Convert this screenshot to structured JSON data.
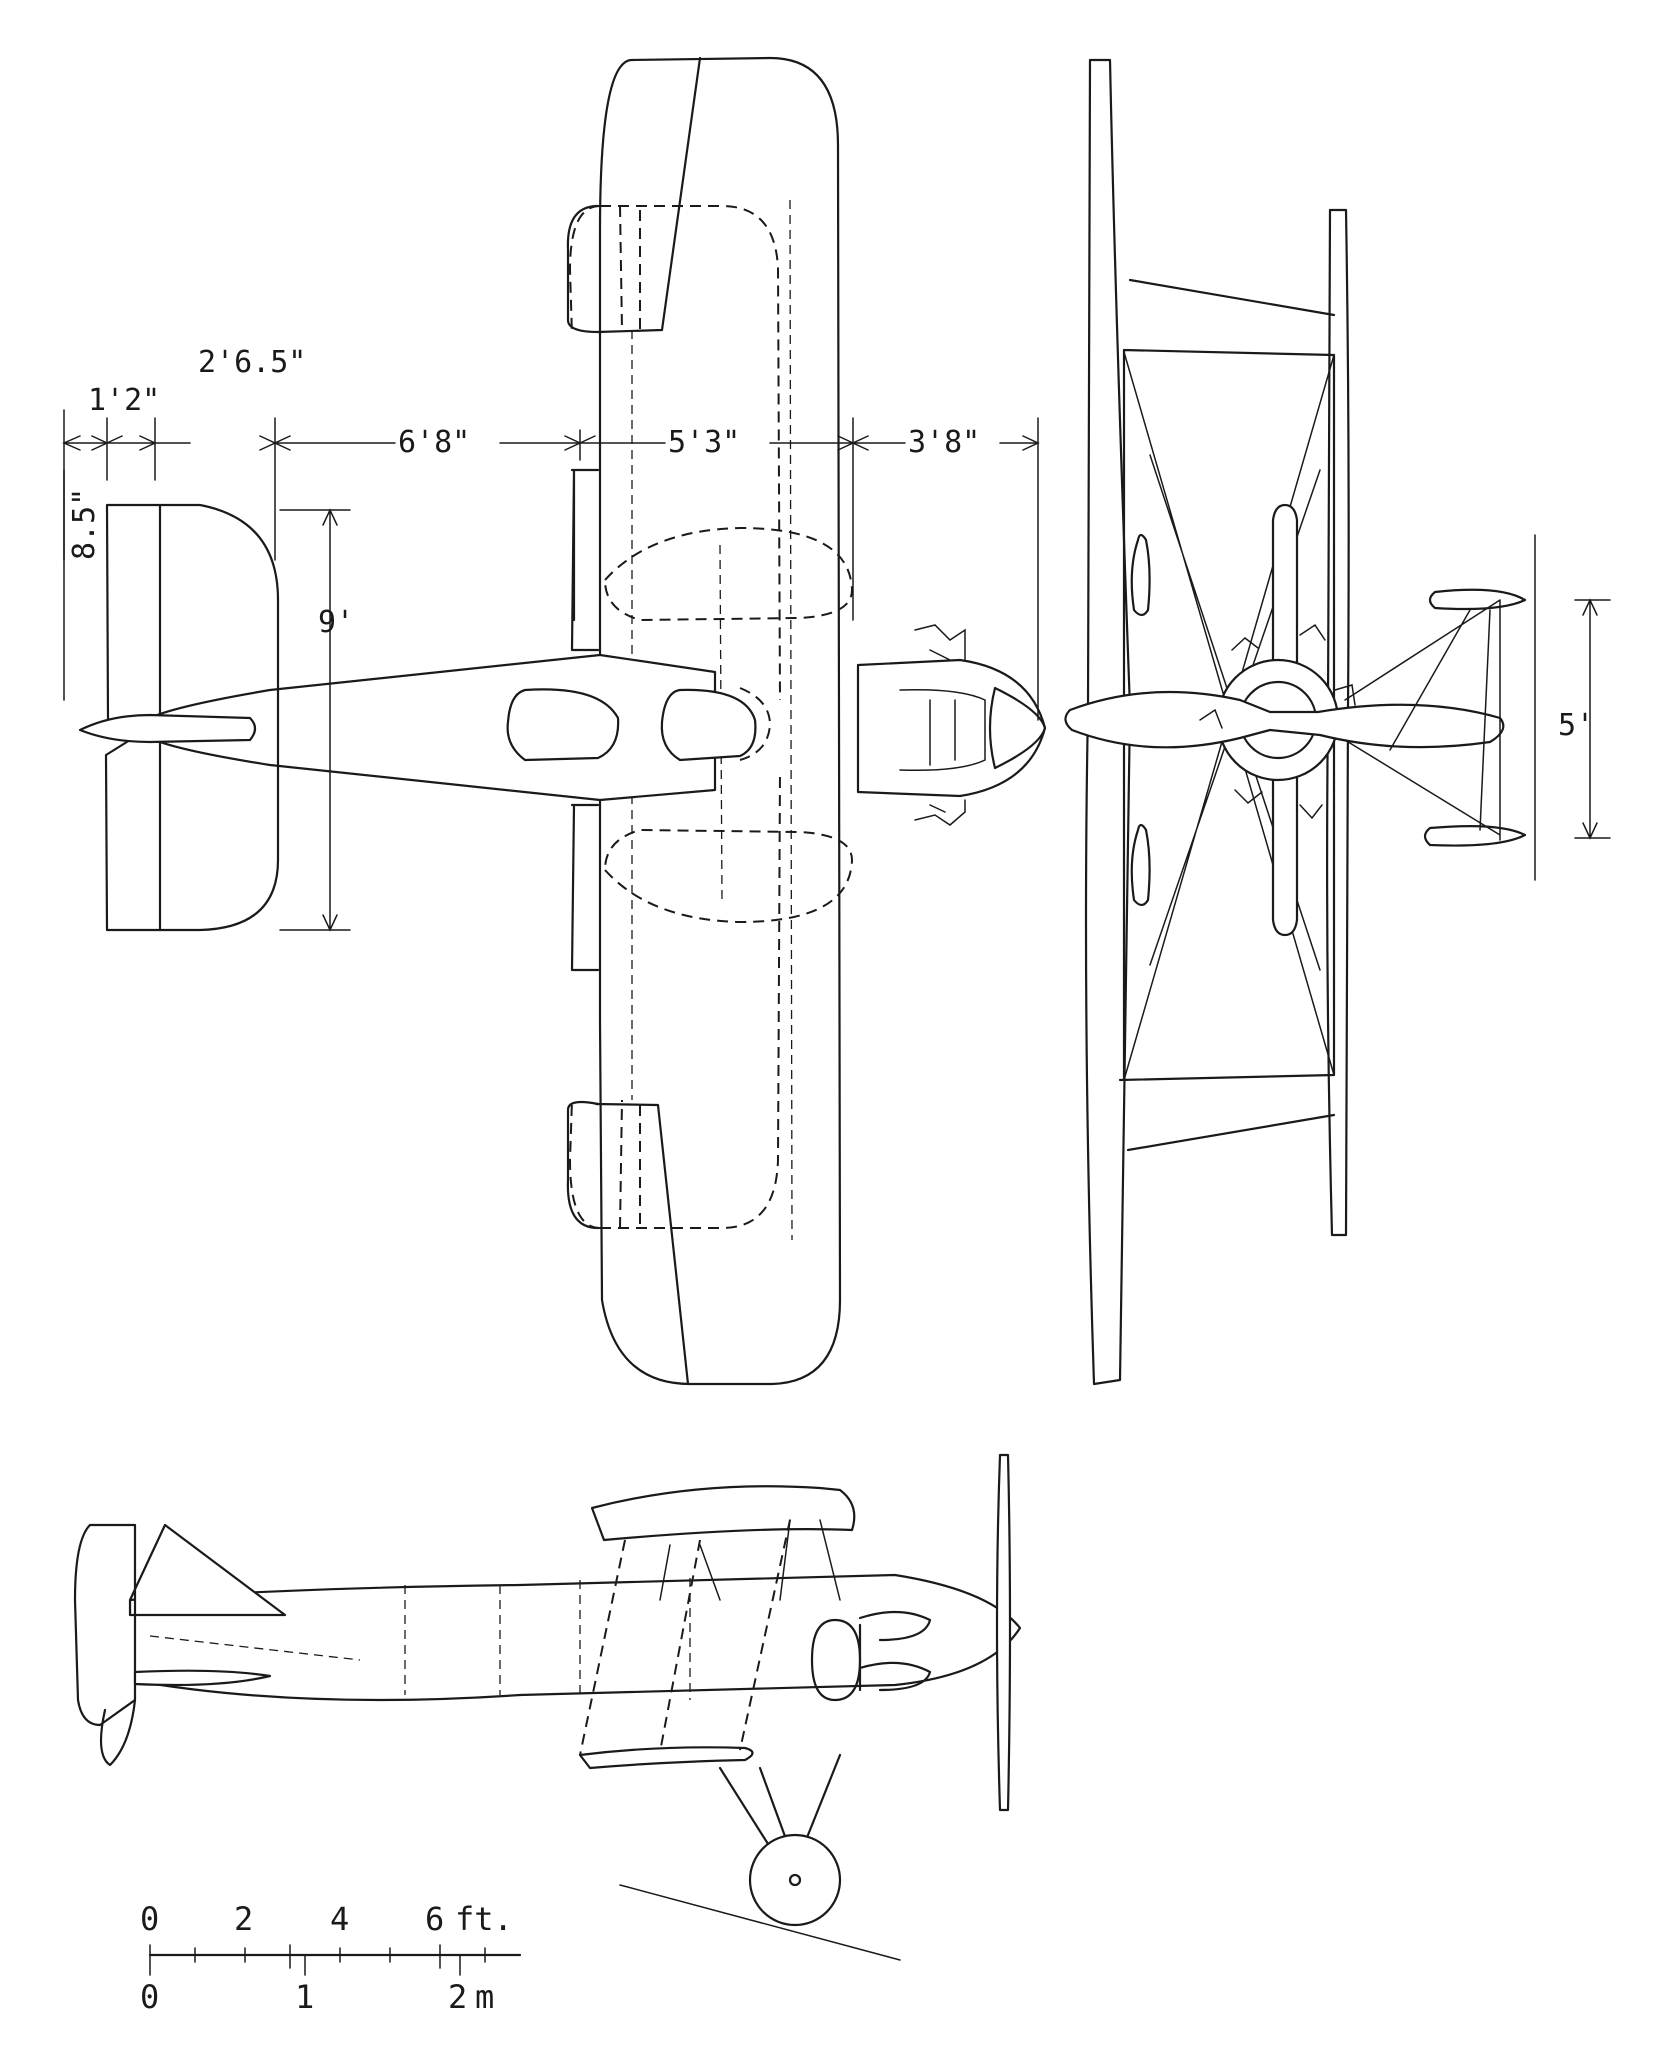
{
  "dimensions": {
    "tail_chord_small": "1'2\"",
    "tail_chord_total": "2'6.5\"",
    "tail_depth": "8.5\"",
    "fuselage_aft": "6'8\"",
    "wing_chord": "5'3\"",
    "nose": "3'8\"",
    "tail_span": "9'",
    "track": "5'"
  },
  "scale_bar": {
    "ft_ticks": [
      "0",
      "2",
      "4",
      "6",
      "ft."
    ],
    "m_ticks": [
      "0",
      "1",
      "2",
      "m"
    ]
  }
}
